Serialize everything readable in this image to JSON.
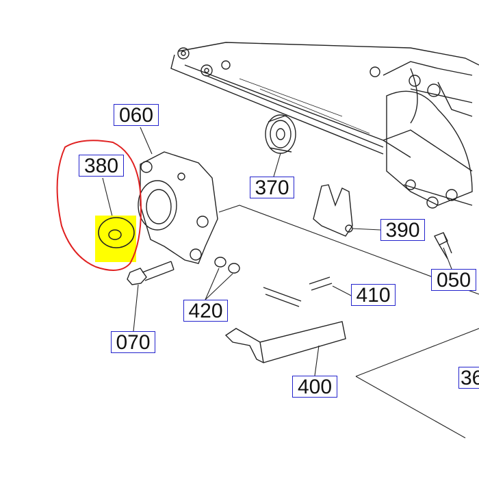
{
  "diagram": {
    "callouts": [
      {
        "id": "060",
        "text": "060"
      },
      {
        "id": "380",
        "text": "380"
      },
      {
        "id": "370",
        "text": "370"
      },
      {
        "id": "390",
        "text": "390"
      },
      {
        "id": "050",
        "text": "050"
      },
      {
        "id": "410",
        "text": "410"
      },
      {
        "id": "420",
        "text": "420"
      },
      {
        "id": "070",
        "text": "070"
      },
      {
        "id": "400",
        "text": "400"
      },
      {
        "id": "36",
        "text": "36"
      }
    ],
    "highlight": {
      "part": "380",
      "highlight_color": "#ffff00",
      "circle_color": "#e02020"
    },
    "label_border_color": "#2222cc"
  }
}
